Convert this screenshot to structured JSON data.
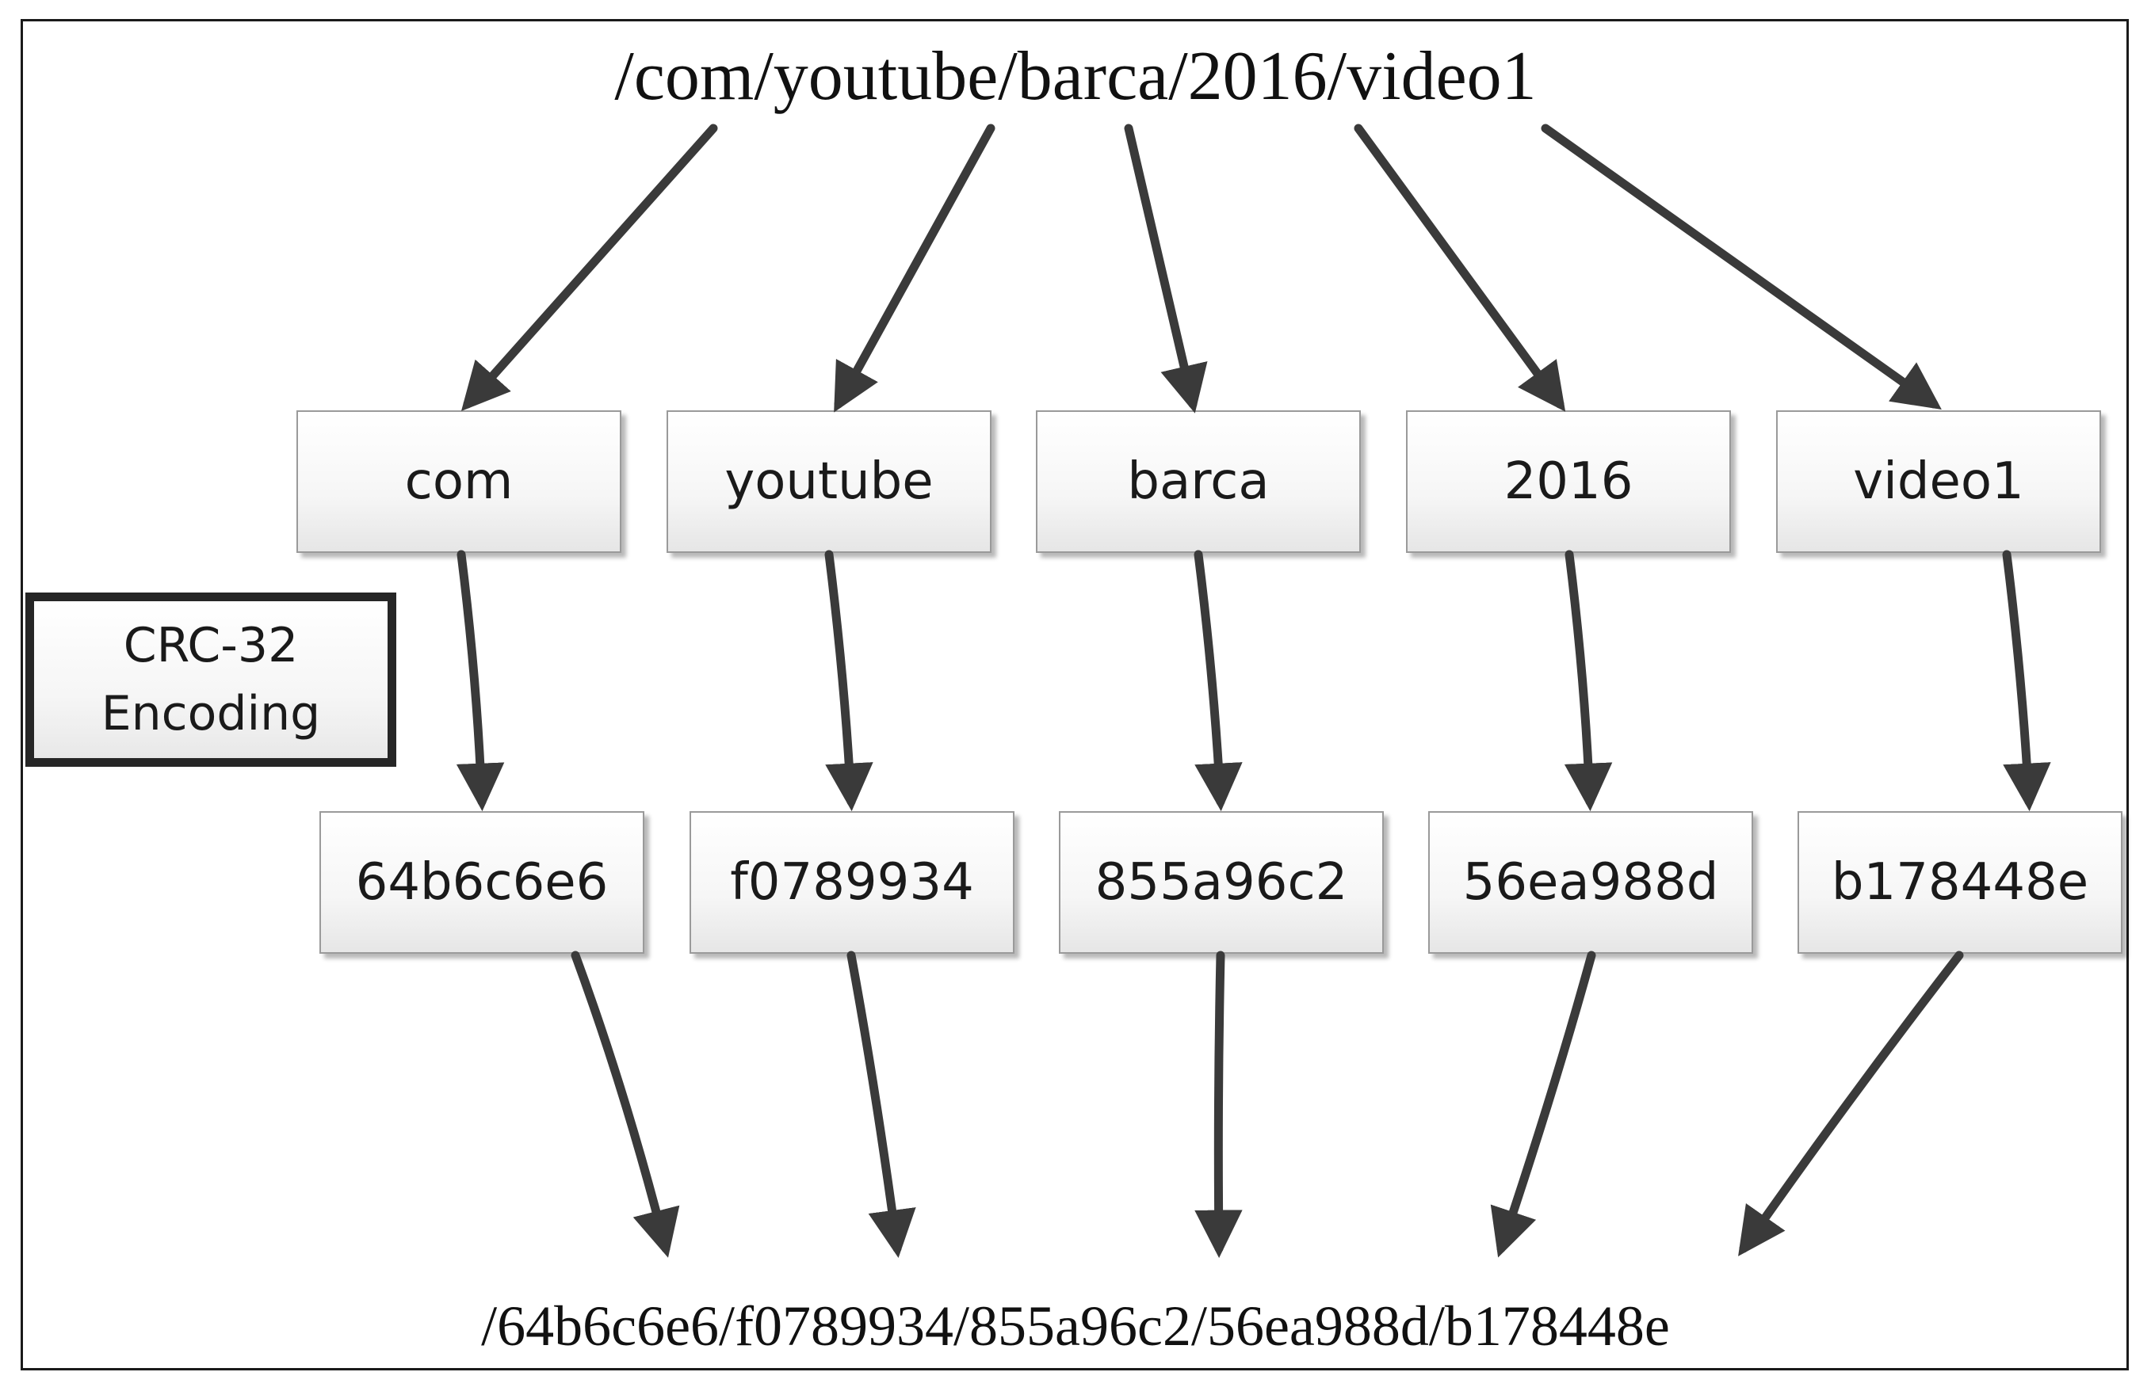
{
  "source_path": "/com/youtube/barca/2016/video1",
  "encoding_label": {
    "line1": "CRC-32",
    "line2": "Encoding"
  },
  "segments": [
    "com",
    "youtube",
    "barca",
    "2016",
    "video1"
  ],
  "hashes": [
    "64b6c6e6",
    "f0789934",
    "855a96c2",
    "56ea988d",
    "b178448e"
  ],
  "encoded_path": "/64b6c6e6/f0789934/855a96c2/56ea988d/b178448e",
  "colors": {
    "arrow": "#3a3a3a",
    "border": "#1a1a1a",
    "node_border": "#9a9a9a"
  }
}
